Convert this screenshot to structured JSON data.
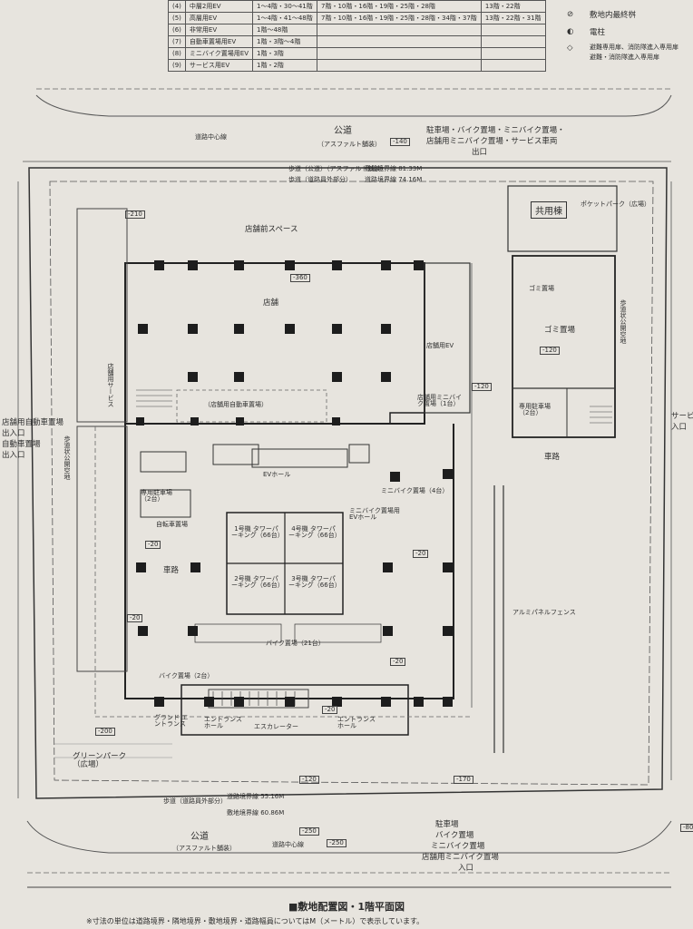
{
  "legend": {
    "rows": [
      {
        "num": "(4)",
        "name": "中層2用EV",
        "floors": "1～4階・30～41階",
        "stops": "7階・10階・16階・19階・25階・28階",
        "tail": "13階・22階"
      },
      {
        "num": "(5)",
        "name": "高層用EV",
        "floors": "1～4階・41～48階",
        "stops": "7階・10階・16階・19階・25階・28階・34階・37階",
        "tail": "13階・22階・31階"
      },
      {
        "num": "(6)",
        "name": "非常用EV",
        "floors": "1階～48階",
        "stops": "",
        "tail": ""
      },
      {
        "num": "(7)",
        "name": "自動車置場用EV",
        "floors": "1階・3階～4階",
        "stops": "",
        "tail": ""
      },
      {
        "num": "(8)",
        "name": "ミニバイク置場用EV",
        "floors": "1階・3階",
        "stops": "",
        "tail": ""
      },
      {
        "num": "(9)",
        "name": "サービス用EV",
        "floors": "1階・2階",
        "stops": "",
        "tail": ""
      }
    ],
    "symbols": [
      {
        "icon": "boundary-marker-icon",
        "label": "敷地内最終桝"
      },
      {
        "icon": "pole-icon",
        "label": "電柱"
      },
      {
        "icon": "fire-access-icon",
        "label": "避難専用扉、消防隊進入専用扉"
      }
    ],
    "symbol_note": "避難・消防隊進入専用扉"
  },
  "roads": {
    "top": {
      "name": "公道",
      "sub": "（アスファルト舗装）",
      "center": "道路中心線",
      "walk": "歩道（公道）（アスファルト舗装）",
      "b1": "敷地境界線 81.33M",
      "b2": "道路境界線 74.16M",
      "b3": "歩道（道路員外部分）"
    },
    "bottom": {
      "name": "公道",
      "sub": "（アスファルト舗装）",
      "center": "道路中心線",
      "walk": "歩道（道路員外部分）",
      "b1": "道路境界線 55.16M",
      "b2": "敷地境界線 60.86M"
    },
    "left_walk": "歩道状公開空地",
    "right_walk": "歩道状公開空地"
  },
  "entrances": {
    "top": [
      "駐車場・バイク置場・ミニバイク置場・",
      "店舗用ミニバイク置場・サービス車両",
      "出口"
    ],
    "bottom": [
      "駐車場",
      "バイク置場",
      "ミニバイク置場",
      "店舗用ミニバイク置場",
      "入口"
    ],
    "left": [
      "店舗用自動車置場",
      "出入口",
      "自動車置場",
      "出入口"
    ],
    "right": [
      "サービス車両",
      "入口"
    ]
  },
  "common": {
    "title": "共用棟",
    "pocket": "ポケットパーク（広場）"
  },
  "rooms": {
    "shop": "店舗",
    "shop_space": "店舗前スペース",
    "shop_parking": "（店舗用自動車置場）",
    "shop_ev": "店舗用EV",
    "service": "店舗用サービス",
    "shop_mini": "店舗用ミニバイク置場（1台）",
    "parking1": "1号機 タワーパーキング（66台）",
    "parking4": "4号機 タワーパーキング（66台）",
    "parking2": "2号機 タワーパーキング（66台）",
    "parking3": "3号機 タワーパーキング（66台）",
    "bike21": "バイク置場（21台）",
    "bike2": "バイク置場（2台）",
    "car2": "専用駐車場（2台）",
    "car2b": "専用駐車場（2台）",
    "garbage": "ゴミ置場",
    "ev_hall": "EVホール",
    "ent_hall": "エントランスホール",
    "ent_hall2": "エントランスホール",
    "grand": "グランド エントランス",
    "escalator": "エスカレーター",
    "green_park": "グリーンパーク（広場）",
    "road_in": "車路",
    "road_in2": "車路",
    "mini_ev": "ミニバイク置場用EVホール",
    "mini_bike": "ミニバイク置場（4台）",
    "bicycle": "自転車置場",
    "cart": "ゴミ置場"
  },
  "levels": [
    "-360",
    "-210",
    "-140",
    "-120",
    "-120",
    "-20",
    "-20",
    "-20",
    "-20",
    "-20",
    "-120",
    "-170",
    "-200",
    "-250",
    "-250",
    "-80"
  ],
  "fence": "アルミパネルフェンス",
  "caption": "■敷地配置図・1階平面図",
  "note": "※寸法の単位は道路境界・隣地境界・敷地境界・道路幅員についてはM（メートル）で表示しています。"
}
